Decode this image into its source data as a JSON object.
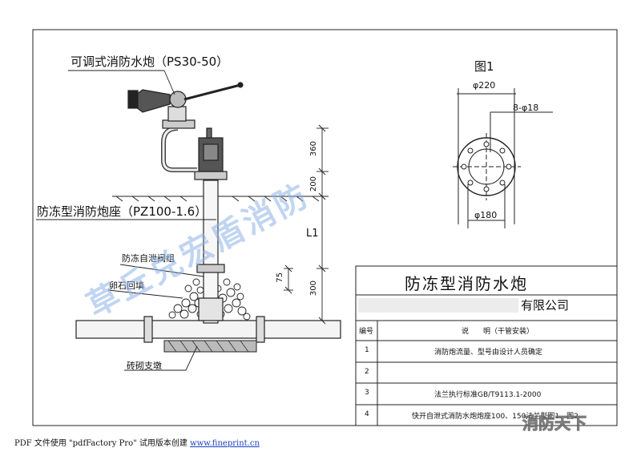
{
  "labels": {
    "cannon": "可调式消防水炮（PS30-50）",
    "seat": "防冻型消防炮座（PZ100-1.6）",
    "drain_valve": "防冻自泄阀组",
    "gravel": "卵石回填",
    "brick": "砖砌支墩",
    "l1": "L1"
  },
  "dims": {
    "d360": "360",
    "d200": "200",
    "d75": "75",
    "d300": "300"
  },
  "flange": {
    "fig_title": "图1",
    "d220": "φ220",
    "holes": "8-φ18",
    "d180": "φ180"
  },
  "title_block": {
    "title": "防冻型消防水炮",
    "company": "有限公司",
    "col_no": "编号",
    "col_desc": "说　　明（干管安装）",
    "rows": [
      {
        "no": "1",
        "desc": "消防炮流量、型号由设计人员确定"
      },
      {
        "no": "2",
        "desc": ""
      },
      {
        "no": "3",
        "desc": "法兰执行标准GB/T9113.1-2000"
      },
      {
        "no": "4",
        "desc": "快开自泄式消防水炮炮座100、150法兰型图1、图2"
      }
    ]
  },
  "watermark": "草丘兑宏盾消防",
  "corner_watermark": "消防天下",
  "footer": {
    "text": "PDF 文件使用 \"pdfFactory Pro\" 试用版本创建",
    "link": "www.fineprint.cn"
  }
}
